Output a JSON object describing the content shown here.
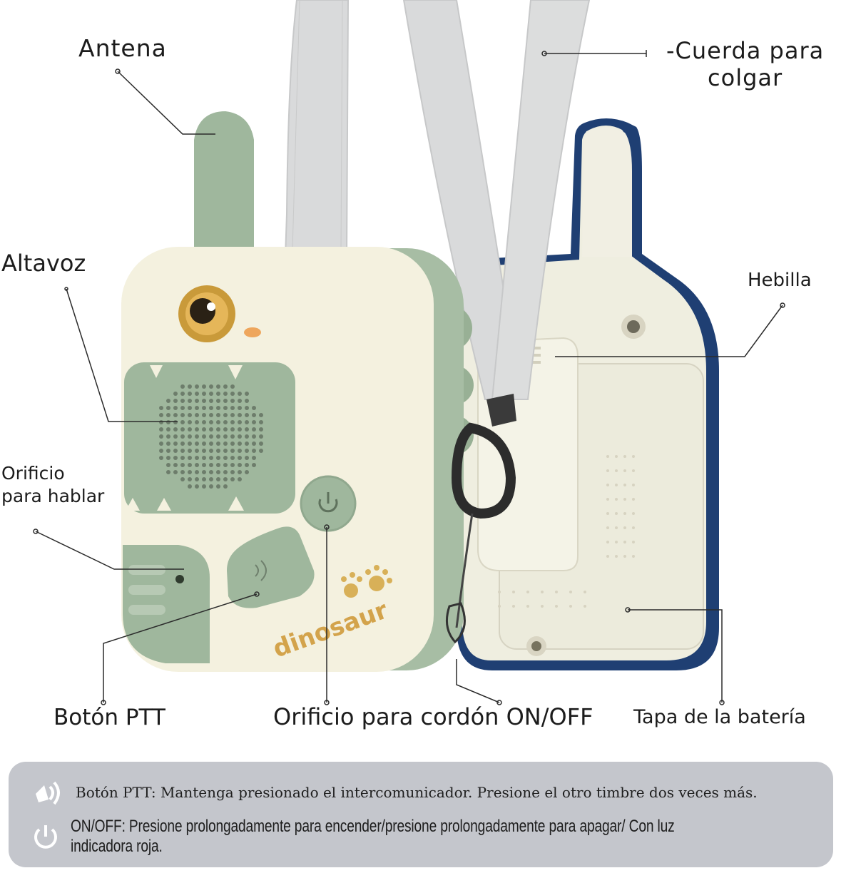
{
  "labels": {
    "antena": "Antena",
    "cuerda": [
      "-Cuerda para",
      "colgar"
    ],
    "altavoz": "Altavoz",
    "hebilla": "Hebilla",
    "orificio_hablar": [
      "Orificio",
      "para hablar"
    ],
    "boton_ptt": "Botón PTT",
    "orificio_cordon": "Orificio para cordón ON/OFF",
    "tapa_bateria": "Tapa de la batería"
  },
  "device_brand": "dinosaur",
  "info": {
    "ptt": "Botón PTT: Mantenga presionado el intercomunicador. Presione el otro timbre dos veces más.",
    "onoff": "ON/OFF: Presione prolongadamente para encender/presione prolongadamente para apagar/ Con luz indicadora roja."
  },
  "icons": {
    "ptt": "speaker-wave-icon",
    "onoff": "power-icon"
  },
  "colors": {
    "device_green": "#9fb79d",
    "device_cream": "#f4f1df",
    "back_navy": "#1f3f73",
    "strap_gray": "#d9dadb",
    "eye_gold": "#c99a3a",
    "brand_gold": "#d3a34b",
    "info_box": "#c4c6cc"
  }
}
